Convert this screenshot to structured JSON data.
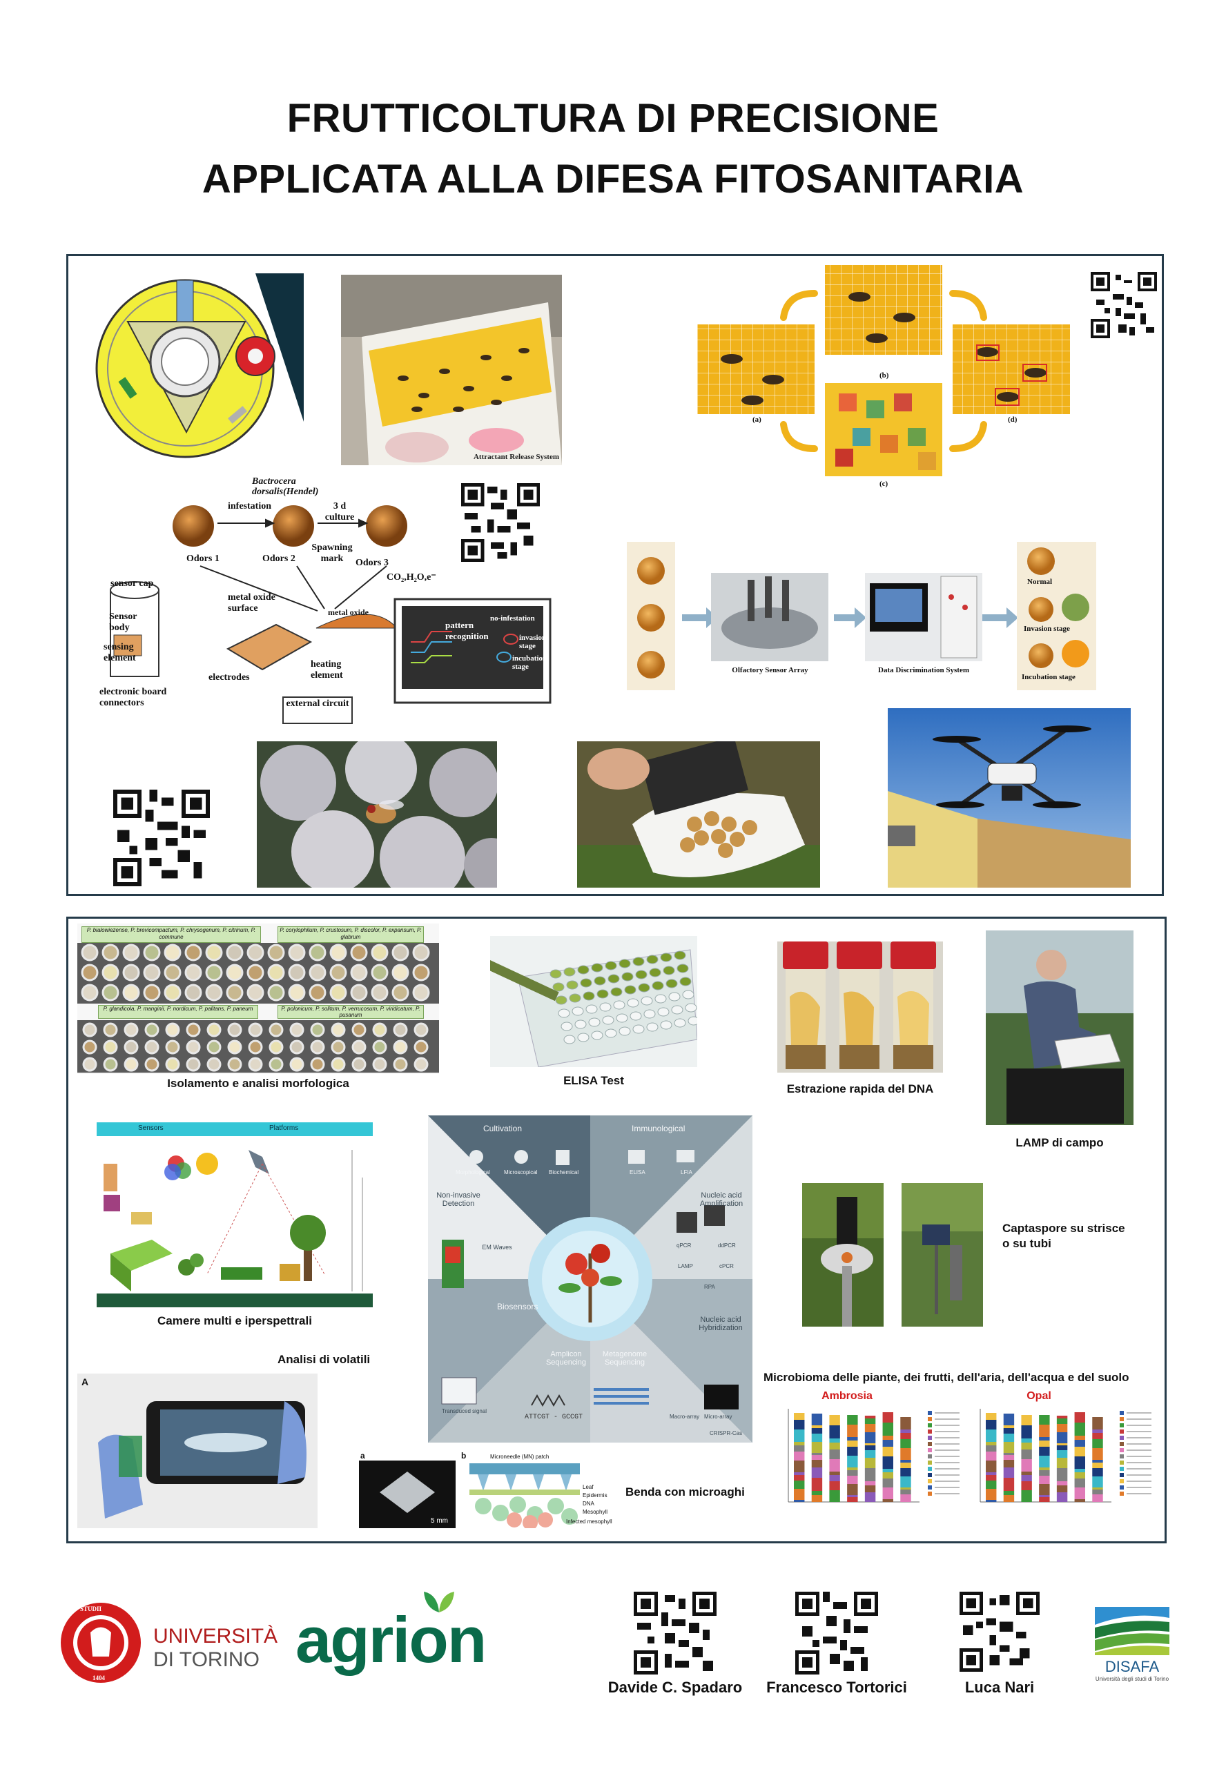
{
  "title": {
    "line1": "FRUTTICOLTURA DI PRECISIONE",
    "line2": "APPLICATA ALLA DIFESA FITOSANITARIA"
  },
  "top_panel": {
    "trap_photo_caption": "Attractant Release System",
    "fly_detection": {
      "a": "(a)",
      "b": "(b)",
      "c": "(c)",
      "d": "(d)"
    },
    "enose": {
      "species": "Bactrocera dorsalis(Hendel)",
      "infestation": "infestation",
      "culture": "3 d culture",
      "spawning": "Spawning mark",
      "odors1": "Odors 1",
      "odors2": "Odors 2",
      "odors3": "Odors 3",
      "gases": "CO₂,H₂O,e⁻",
      "sensor_cap": "sensor cap",
      "sensor_body": "Sensor body",
      "sensing_element": "sensing element",
      "board": "electronic board connectors",
      "metal_oxide_surface": "metal oxide surface",
      "metal_oxide": "metal oxide",
      "electrodes": "electrodes",
      "heating": "heating element",
      "external": "external circuit",
      "pattern": "pattern recognition",
      "no_inf": "no-infestation",
      "invasion": "invasion stage",
      "incubation": "incubation stage"
    },
    "olfactory": {
      "array": "Olfactory Sensor Array",
      "system": "Data Discrimination System",
      "normal": "Normal",
      "invasion": "Invasion stage",
      "incubation": "Incubation stage"
    }
  },
  "bottom_panel": {
    "morph_species_1": "P. bialowiezense, P. brevicompactum, P. chrysogenum, P. citrinum, P. commune",
    "morph_species_2": "P. corylophilum, P. crustosum, P. discolor, P. expansum, P. glabrum",
    "morph_species_3": "P. glandicola, P. manginii, P. nordicum, P. palitans, P. paneum",
    "morph_species_4": "P. polonicum, P. solitum, P. verrucosum, P. viridicatum, P. pusanum",
    "morph_caption": "Isolamento e analisi morfologica",
    "elisa_caption": "ELISA Test",
    "dna_caption": "Estrazione rapida del DNA",
    "lamp_caption": "LAMP di campo",
    "camera_caption": "Camere multi e iperspettrali",
    "spore_caption_1": "Captaspore su strisce",
    "spore_caption_2": "o su tubi",
    "volatili_caption": "Analisi di volatili",
    "microbiome_caption": "Microbioma delle piante, dei frutti, dell'aria, dell'acqua e del suolo",
    "microbiome_ambrosia": "Ambrosia",
    "microbiome_opal": "Opal",
    "needle_caption": "Benda con microaghi",
    "needle_a": "a",
    "needle_b": "b",
    "needle_scale": "5 mm",
    "needle_patch": "Microneedle (MN) patch",
    "needle_leaf": "Leaf",
    "needle_epidermis": "Epidermis",
    "needle_dna": "DNA",
    "needle_mesophyll": "Mesophyll",
    "needle_infected": "Infected mesophyll",
    "volatili_a": "A",
    "sensors_header": "Sensors",
    "platforms_header": "Platforms",
    "wheel": {
      "cultivation": "Cultivation",
      "immunological": "Immunological",
      "morphological": "Morphological",
      "microscopical": "Microscopical",
      "biochemical": "Biochemical",
      "elisa": "ELISA",
      "lfa": "LFIA",
      "noninvasive": "Non-invasive Detection",
      "nucleic_amp": "Nucleic acid Amplification",
      "em_waves": "EM Waves",
      "biosensors": "Biosensors",
      "nucleic_hyb": "Nucleic acid Hybridization",
      "amplicon": "Amplicon Sequencing",
      "metagenome": "Metagenome Sequencing",
      "transduced": "Transduced signal",
      "macroarray": "Macro-array",
      "microarray": "Micro-array",
      "crispr": "CRISPR-Cas",
      "qpcr": "qPCR",
      "ddpcr": "ddPCR",
      "lamp": "LAMP",
      "cpcr": "cPCR",
      "rpa": "RPA",
      "seq": "ATTCGT - GCCGT"
    }
  },
  "footer": {
    "unito_1": "UNIVERSITÀ",
    "unito_2": "DI TORINO",
    "agrion": "agrion",
    "person1": "Davide C. Spadaro",
    "person2": "Francesco Tortorici",
    "person3": "Luca Nari",
    "disafa": "DISAFA",
    "disafa_sub": "Università degli studi di Torino"
  }
}
